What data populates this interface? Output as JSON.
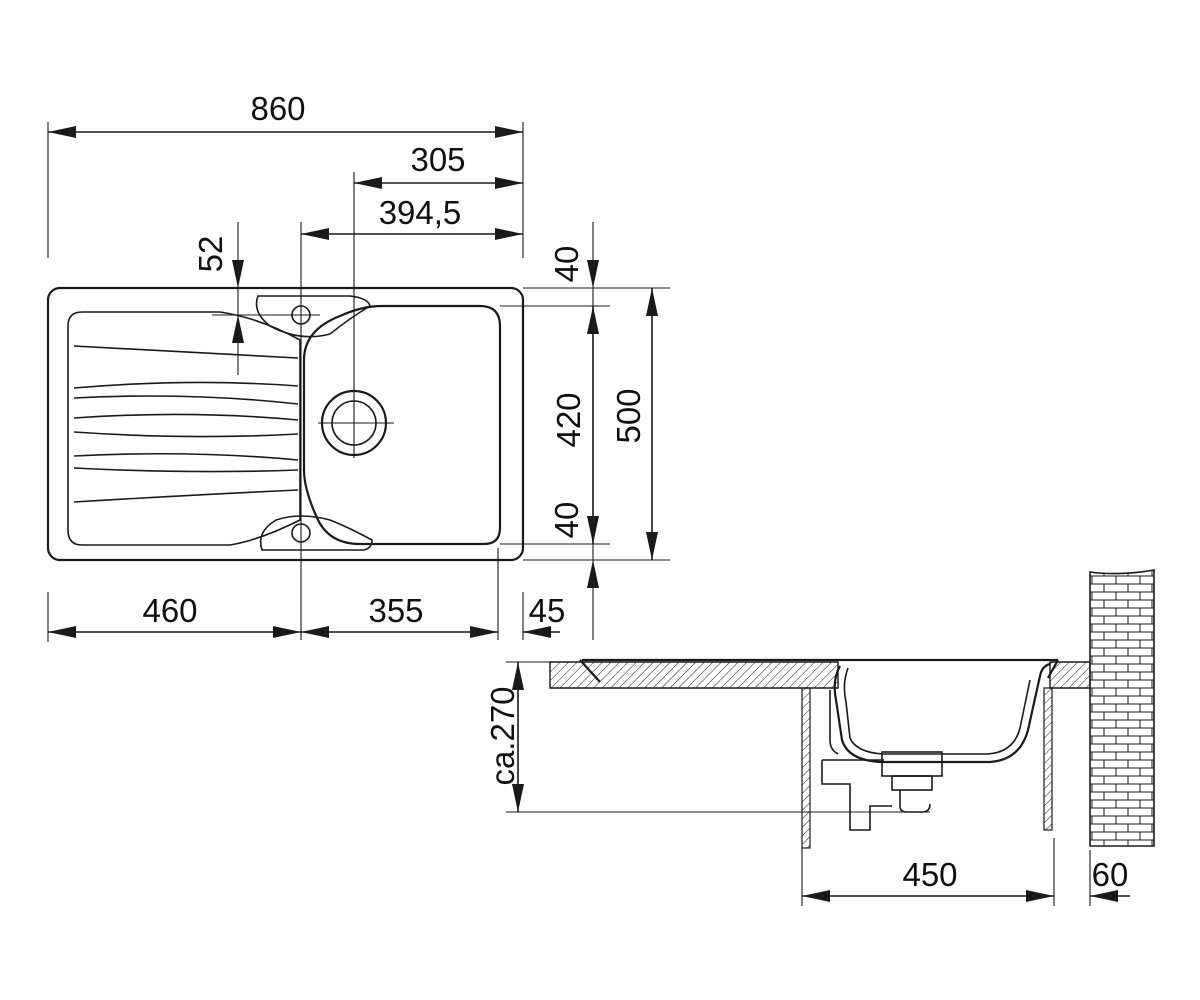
{
  "dimensions": {
    "overall_width": "860",
    "bowl_width_from_edge": "305",
    "tap_hole_offset": "394,5",
    "tap_hole_depth": "52",
    "top_margin": "40",
    "bowl_depth": "420",
    "overall_depth": "500",
    "bottom_margin": "40",
    "drainer_length": "460",
    "bowl_length": "355",
    "right_margin": "45",
    "install_depth": "ca.270",
    "cabinet_width": "450",
    "wall_gap": "60"
  },
  "colors": {
    "line": "#1a1a1a",
    "background": "#ffffff"
  }
}
